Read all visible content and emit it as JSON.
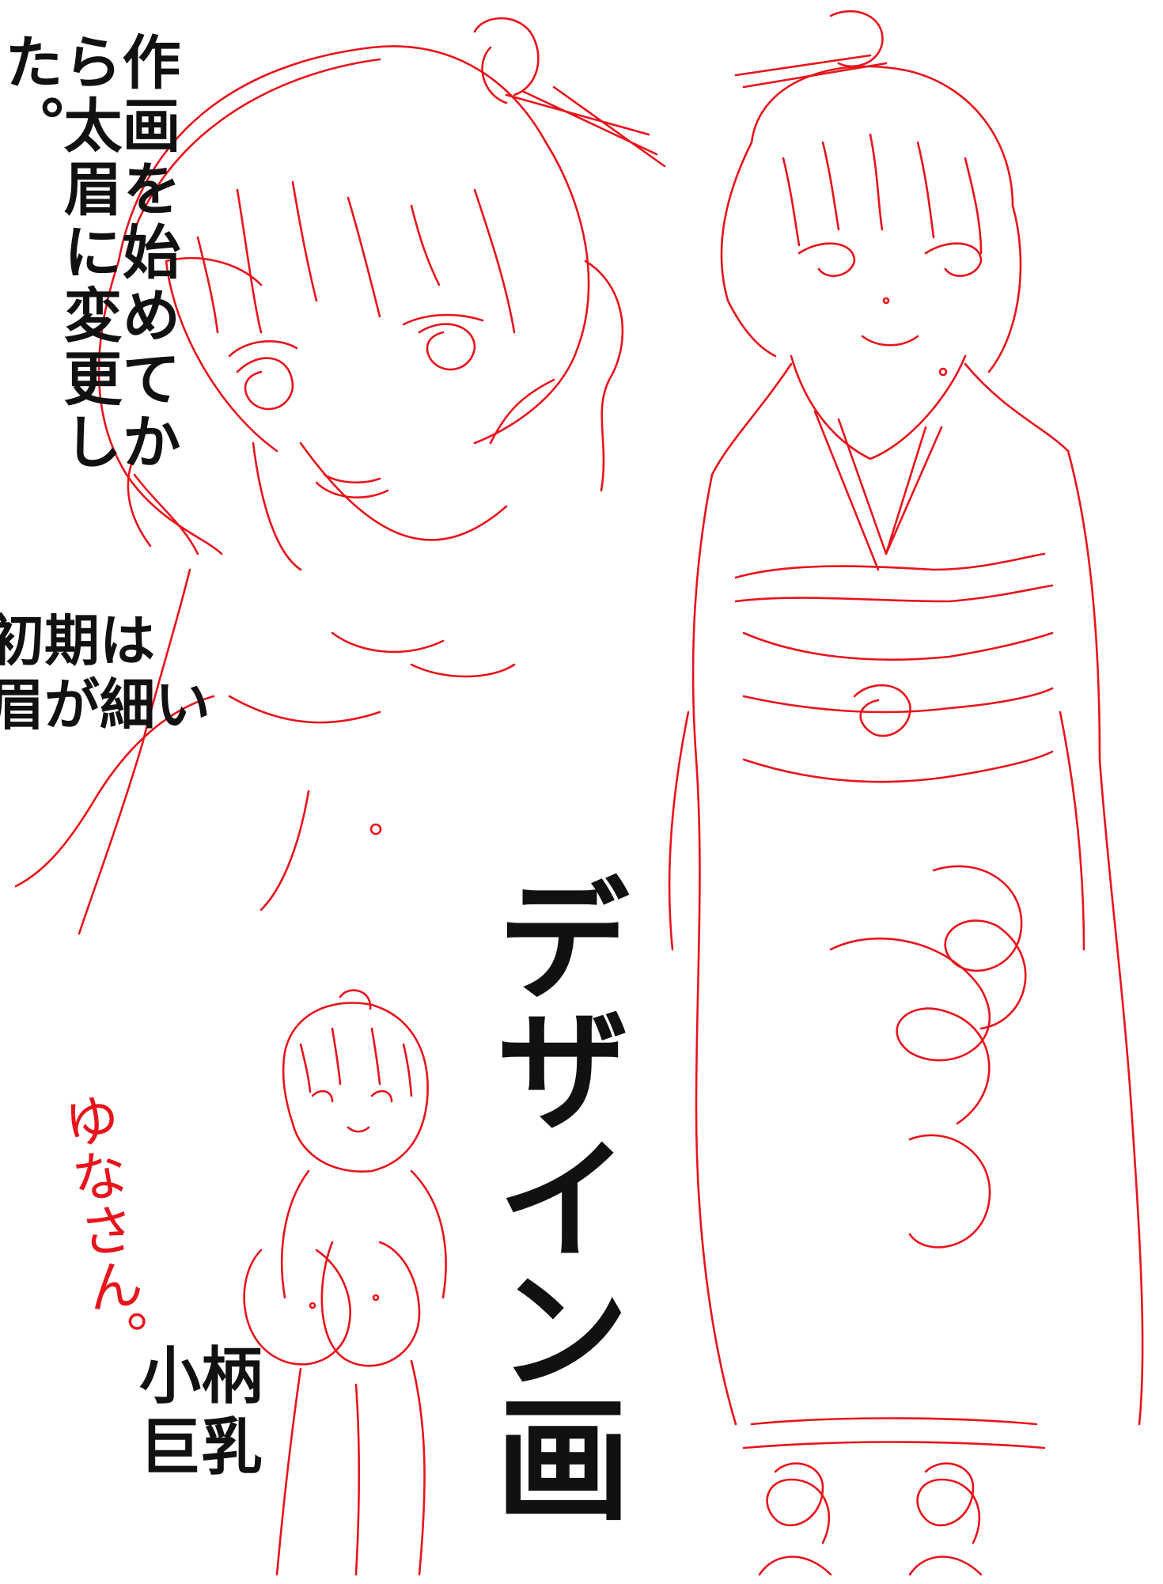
{
  "notes": {
    "main_note": "作画を始めてから太眉に変更した。",
    "early_note_line1": "初期は",
    "early_note_line2": "眉が細い"
  },
  "title": "デザイン画",
  "tags": {
    "line1": "小柄",
    "line2": "巨乳"
  },
  "signature": "ゆなさん。",
  "colors": {
    "sketch_line": "#e8141c",
    "text": "#111111",
    "background": "#ffffff"
  }
}
